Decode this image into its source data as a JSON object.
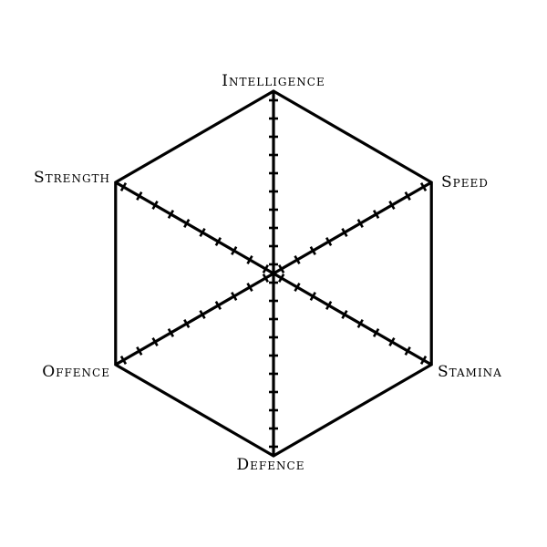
{
  "chart_data": {
    "type": "radar",
    "axes": [
      "Intelligence",
      "Speed",
      "Stamina",
      "Defence",
      "Offence",
      "Strength"
    ],
    "ticks_per_axis": 10,
    "series": [],
    "grid": true,
    "colors": {
      "line": "#000000",
      "background": "#ffffff"
    }
  }
}
